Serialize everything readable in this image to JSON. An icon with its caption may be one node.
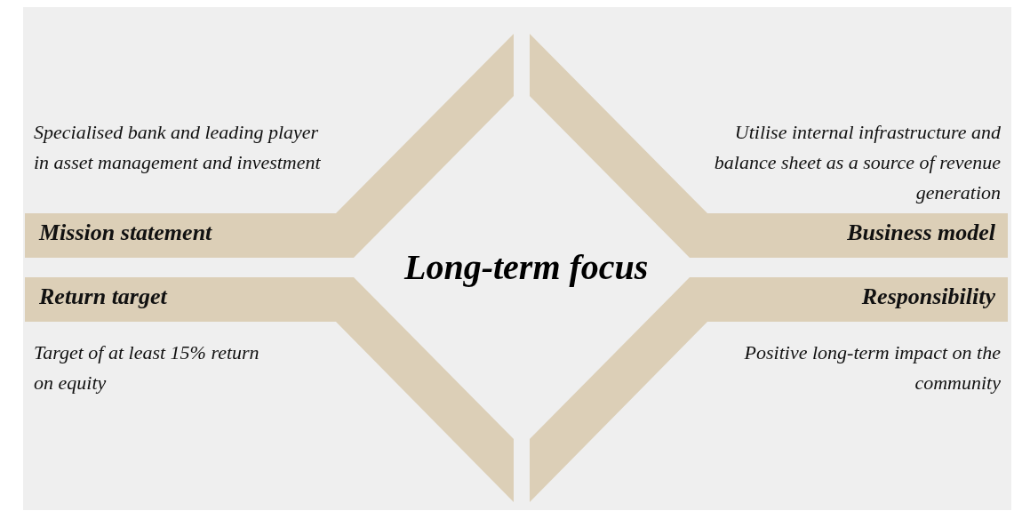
{
  "diagram": {
    "nodes": [
      {
        "text": [
          "Specialised bank and leading player in asset management and investment",
          "Mission statement"
        ]
      },
      {
        "text": [
          "Utilise internal infrastructure and balance sheet as a source of revenue generation",
          "Business model"
        ]
      },
      {
        "text": [
          "Return target",
          "Target of at least 15% return on equity"
        ]
      },
      {
        "text": [
          "Responsibility",
          "Positive long-term impact on the community"
        ]
      }
    ],
    "labels": [
      "Long-term focus"
    ]
  }
}
